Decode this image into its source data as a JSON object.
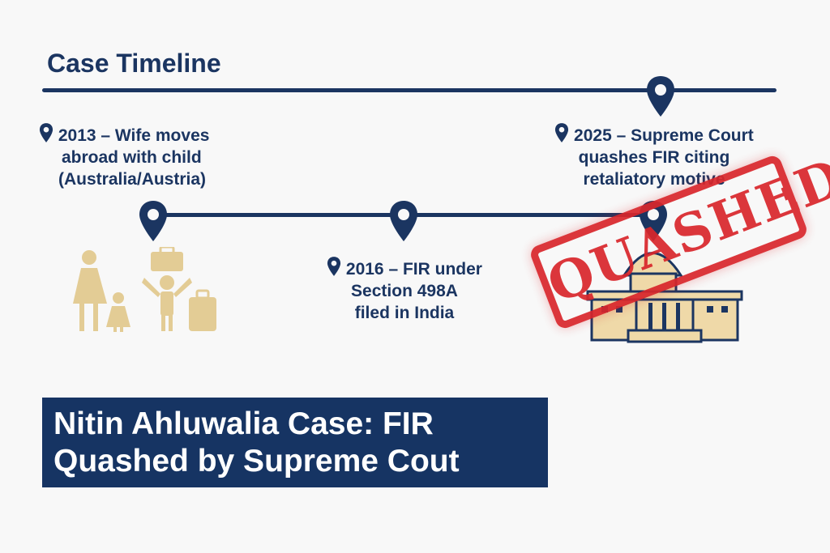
{
  "title": "Case Timeline",
  "events": [
    {
      "lines": [
        "2013 – Wife moves",
        "abroad with child",
        "(Australia/Austria)"
      ]
    },
    {
      "lines": [
        "2016 – FIR under",
        "Section 498A",
        "filed in India"
      ]
    },
    {
      "lines": [
        "2025 – Supreme Court",
        "quashes FIR citing",
        "retaliatory motive"
      ]
    }
  ],
  "stamp": "QUASHED",
  "banner": {
    "line1": "Nitin Ahluwalia Case: FIR",
    "line2": "Quashed by Supreme Cout"
  },
  "colors": {
    "navy": "#1b3561",
    "gold": "#e3cc95",
    "red": "#d9262b"
  }
}
